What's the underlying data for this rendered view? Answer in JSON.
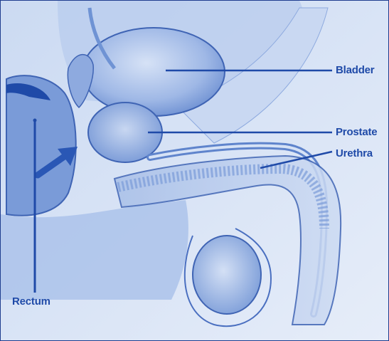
{
  "labels": {
    "bladder": "Bladder",
    "prostate": "Prostate",
    "urethra": "Urethra",
    "rectum": "Rectum"
  },
  "colors": {
    "accent": "#1f4aa8",
    "tissue_dark": "#6f93d4",
    "tissue_mid": "#9fb8e6",
    "tissue_light": "#c8d7f1",
    "background": "#dde7f6"
  }
}
